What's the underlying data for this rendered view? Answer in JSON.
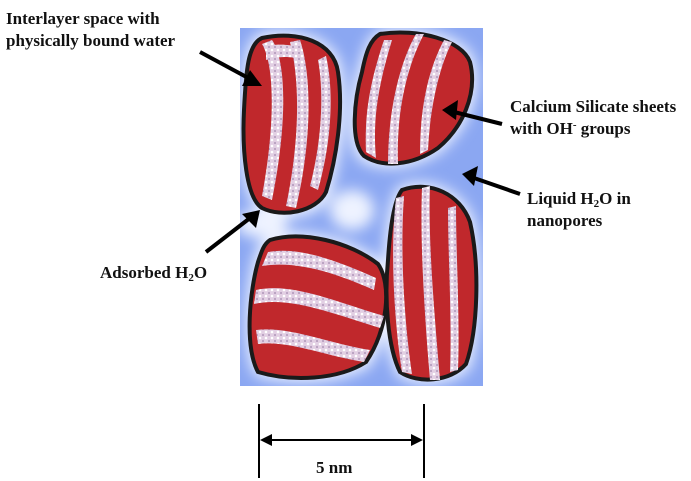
{
  "labels": {
    "interlayer": {
      "line1": "Interlayer space with",
      "line2": "physically bound water"
    },
    "calcium": {
      "line1": "Calcium Silicate sheets",
      "line2_pre": "with OH",
      "line2_sup": "-",
      "line2_post": " groups"
    },
    "liquid": {
      "line1_pre": "Liquid H",
      "line1_sub": "2",
      "line1_post": "O in",
      "line2": "nanopores"
    },
    "adsorbed": {
      "pre": "Adsorbed H",
      "sub": "2",
      "post": "O"
    },
    "scale": "5 nm"
  },
  "colors": {
    "sheet_fill": "#c0282c",
    "sheet_outline": "#1a1a1a",
    "water_band": "#e6d6e8",
    "water_dot": "#ffffff",
    "pore_water_light": "#e8f0ff",
    "pore_water_dark": "#2f5fd8",
    "arrow": "#000000"
  }
}
